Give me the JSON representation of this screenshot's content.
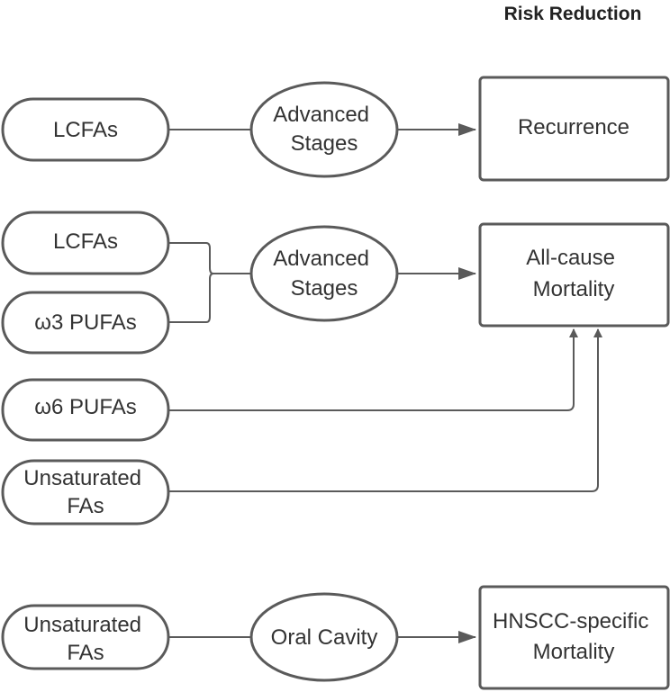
{
  "header": {
    "title": "Risk Reduction"
  },
  "row1": {
    "source": "LCFAs",
    "modifier": [
      "Advanced",
      "Stages"
    ],
    "outcome": "Recurrence"
  },
  "row2": {
    "source_a": "LCFAs",
    "source_b": "ω3 PUFAs",
    "modifier": [
      "Advanced",
      "Stages"
    ],
    "outcome": [
      "All-cause",
      "Mortality"
    ]
  },
  "row3": {
    "source": "ω6 PUFAs"
  },
  "row4": {
    "source": [
      "Unsaturated",
      "FAs"
    ]
  },
  "row5": {
    "source": [
      "Unsaturated",
      "FAs"
    ],
    "modifier": "Oral Cavity",
    "outcome": [
      "HNSCC-specific",
      "Mortality"
    ]
  },
  "colors": {
    "stroke": "#5a5a5a",
    "text": "#333333",
    "background": "#ffffff"
  }
}
